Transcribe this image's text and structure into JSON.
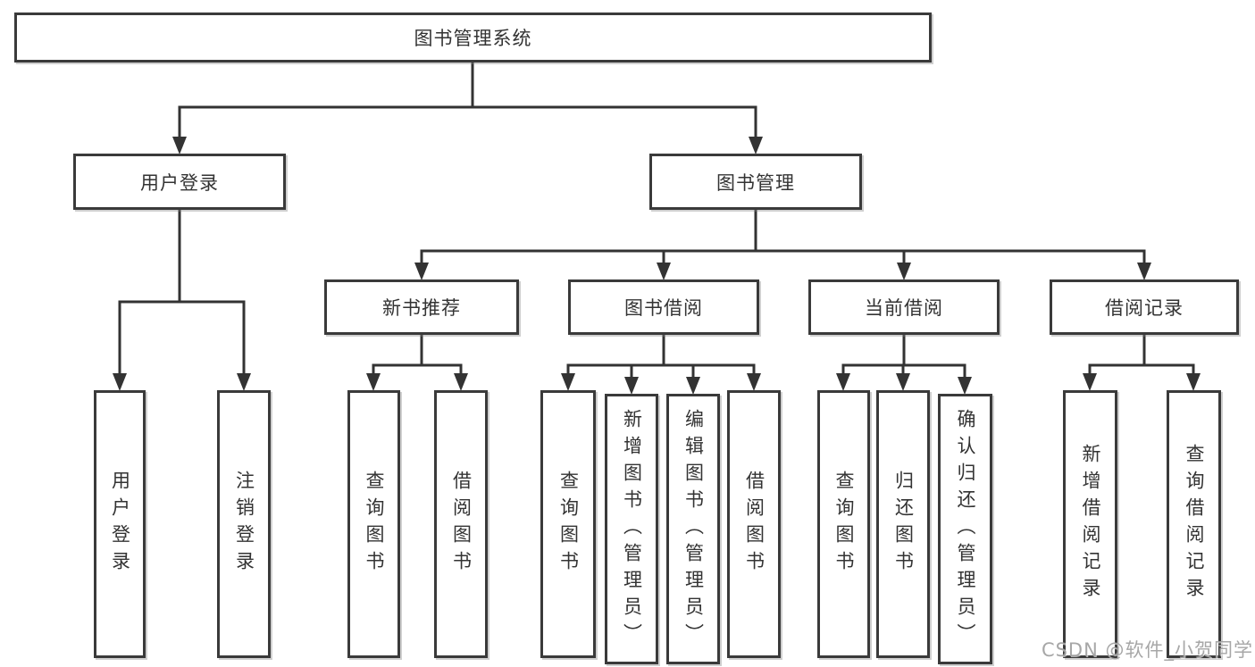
{
  "diagram": {
    "title": "图书管理系统",
    "watermark": "CSDN @软件_小贺同学",
    "nodes": {
      "root": "图书管理系统",
      "user_login": "用户登录",
      "book_mgmt": "图书管理",
      "new_books": "新书推荐",
      "book_borrow": "图书借阅",
      "current_borrow": "当前借阅",
      "borrow_records": "借阅记录",
      "leaf_user_login": "用户登录",
      "leaf_logout": "注销登录",
      "leaf_nb_query": "查询图书",
      "leaf_nb_borrow": "借阅图书",
      "leaf_bw_query": "查询图书",
      "leaf_bw_add": "新增图书（管理员）",
      "leaf_bw_edit": "编辑图书（管理员）",
      "leaf_bw_borrow": "借阅图书",
      "leaf_cur_query": "查询图书",
      "leaf_cur_return": "归还图书",
      "leaf_cur_confirm": "确认归还（管理员）",
      "leaf_rec_add": "新增借阅记录",
      "leaf_rec_query": "查询借阅记录"
    },
    "hierarchy": {
      "图书管理系统": [
        "用户登录",
        "图书管理"
      ],
      "用户登录": [
        "用户登录",
        "注销登录"
      ],
      "图书管理": [
        "新书推荐",
        "图书借阅",
        "当前借阅",
        "借阅记录"
      ],
      "新书推荐": [
        "查询图书",
        "借阅图书"
      ],
      "图书借阅": [
        "查询图书",
        "新增图书（管理员）",
        "编辑图书（管理员）",
        "借阅图书"
      ],
      "当前借阅": [
        "查询图书",
        "归还图书",
        "确认归还（管理员）"
      ],
      "借阅记录": [
        "新增借阅记录",
        "查询借阅记录"
      ]
    },
    "colors": {
      "line": "#333333",
      "box_border": "#3a3a3a",
      "box_background": "#ffffff",
      "text": "#333333",
      "watermark": "#a0a0a0"
    }
  }
}
